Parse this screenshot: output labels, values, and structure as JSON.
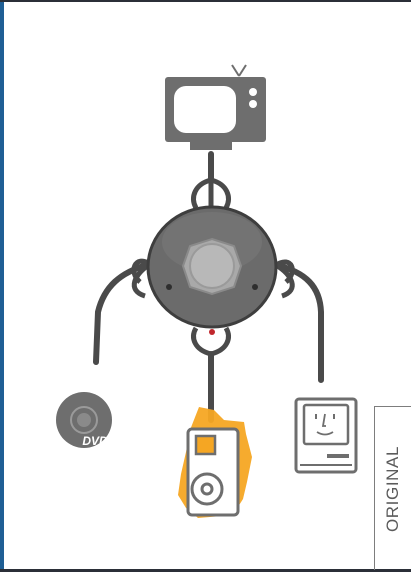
{
  "diagram": {
    "nodes": [
      {
        "id": "tv",
        "icon": "tv-icon"
      },
      {
        "id": "switch",
        "icon": "switch-box-icon"
      },
      {
        "id": "dvd",
        "icon": "dvd-disc-icon",
        "label": "DVD"
      },
      {
        "id": "ipod",
        "icon": "ipod-icon",
        "highlight": "#f5a623"
      },
      {
        "id": "mac",
        "icon": "classic-mac-icon"
      }
    ],
    "edges": [
      {
        "from": "tv",
        "to": "switch"
      },
      {
        "from": "switch",
        "to": "dvd"
      },
      {
        "from": "switch",
        "to": "ipod"
      },
      {
        "from": "switch",
        "to": "mac"
      }
    ]
  },
  "side_tab": {
    "label": "ORIGINAL"
  },
  "colors": {
    "device": "#6e6e6e",
    "cable": "#4a4a4a",
    "accent": "#f5a623",
    "frame": "#1f5f95"
  }
}
